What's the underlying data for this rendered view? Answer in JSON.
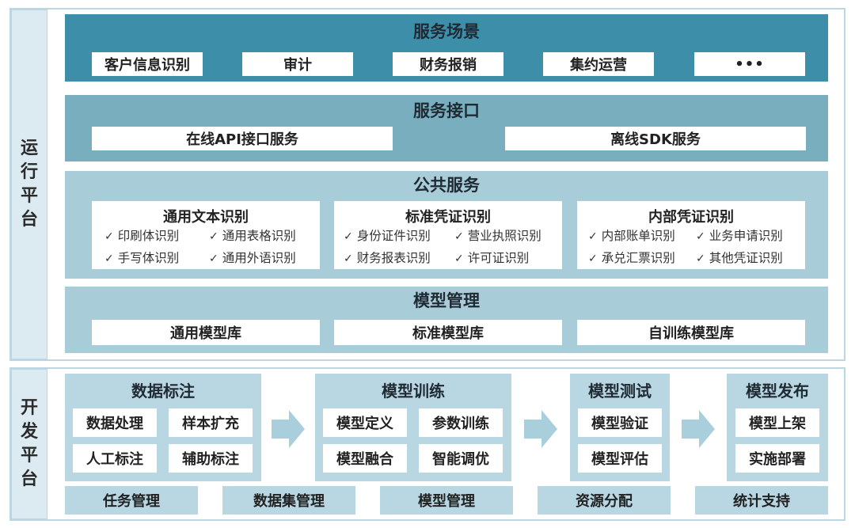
{
  "run_platform": {
    "label": "运行平台",
    "service_scenarios": {
      "title": "服务场景",
      "items": [
        "客户信息识别",
        "审计",
        "财务报销",
        "集约运营",
        "•••"
      ]
    },
    "service_interface": {
      "title": "服务接口",
      "items": [
        "在线API接口服务",
        "离线SDK服务"
      ]
    },
    "public_services": {
      "title": "公共服务",
      "cards": [
        {
          "title": "通用文本识别",
          "items": [
            "印刷体识别",
            "通用表格识别",
            "手写体识别",
            "通用外语识别"
          ]
        },
        {
          "title": "标准凭证识别",
          "items": [
            "身份证件识别",
            "营业执照识别",
            "财务报表识别",
            "许可证识别"
          ]
        },
        {
          "title": "内部凭证识别",
          "items": [
            "内部账单识别",
            "业务申请识别",
            "承兑汇票识别",
            "其他凭证识别"
          ]
        }
      ],
      "check_mark": "✓"
    },
    "model_management": {
      "title": "模型管理",
      "items": [
        "通用模型库",
        "标准模型库",
        "自训练模型库"
      ]
    }
  },
  "dev_platform": {
    "label": "开发平台",
    "stages": [
      {
        "title": "数据标注",
        "items": [
          "数据处理",
          "样本扩充",
          "人工标注",
          "辅助标注"
        ]
      },
      {
        "title": "模型训练",
        "items": [
          "模型定义",
          "参数训练",
          "模型融合",
          "智能调优"
        ]
      },
      {
        "title": "模型测试",
        "items": [
          "模型验证",
          "模型评估"
        ]
      },
      {
        "title": "模型发布",
        "items": [
          "模型上架",
          "实施部署"
        ]
      }
    ],
    "bottom_items": [
      "任务管理",
      "数据集管理",
      "模型管理",
      "资源分配",
      "统计支持"
    ]
  },
  "colors": {
    "scenario_band": "#3d8fa9",
    "interface_band": "#79aebf",
    "public_band": "#a9ccd9",
    "dev_block": "#b8d7e3",
    "arrow": "#a9cfdd",
    "side_label_bg": "#dcebf1"
  }
}
